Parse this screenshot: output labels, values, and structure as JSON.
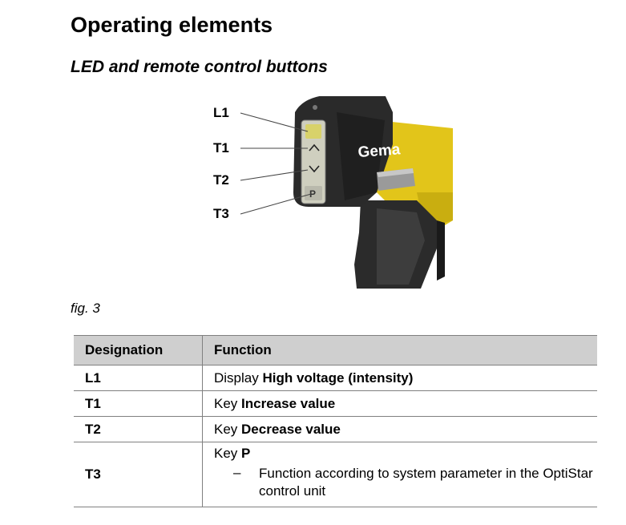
{
  "heading": "Operating elements",
  "subheading": "LED and remote control buttons",
  "figure": {
    "callouts": [
      "L1",
      "T1",
      "T2",
      "T3"
    ],
    "brand": "Gema",
    "caption": "fig. 3"
  },
  "table": {
    "headers": [
      "Designation",
      "Function"
    ],
    "rows": [
      {
        "designation": "L1",
        "prefix": "Display ",
        "bold": "High voltage (intensity)"
      },
      {
        "designation": "T1",
        "prefix": "Key ",
        "bold": "Increase value"
      },
      {
        "designation": "T2",
        "prefix": "Key ",
        "bold": "Decrease value"
      },
      {
        "designation": "T3",
        "prefix": "Key ",
        "bold": "P",
        "sub_dash": "–",
        "sub_text": "Function according to system parameter in the OptiStar control unit"
      }
    ]
  }
}
